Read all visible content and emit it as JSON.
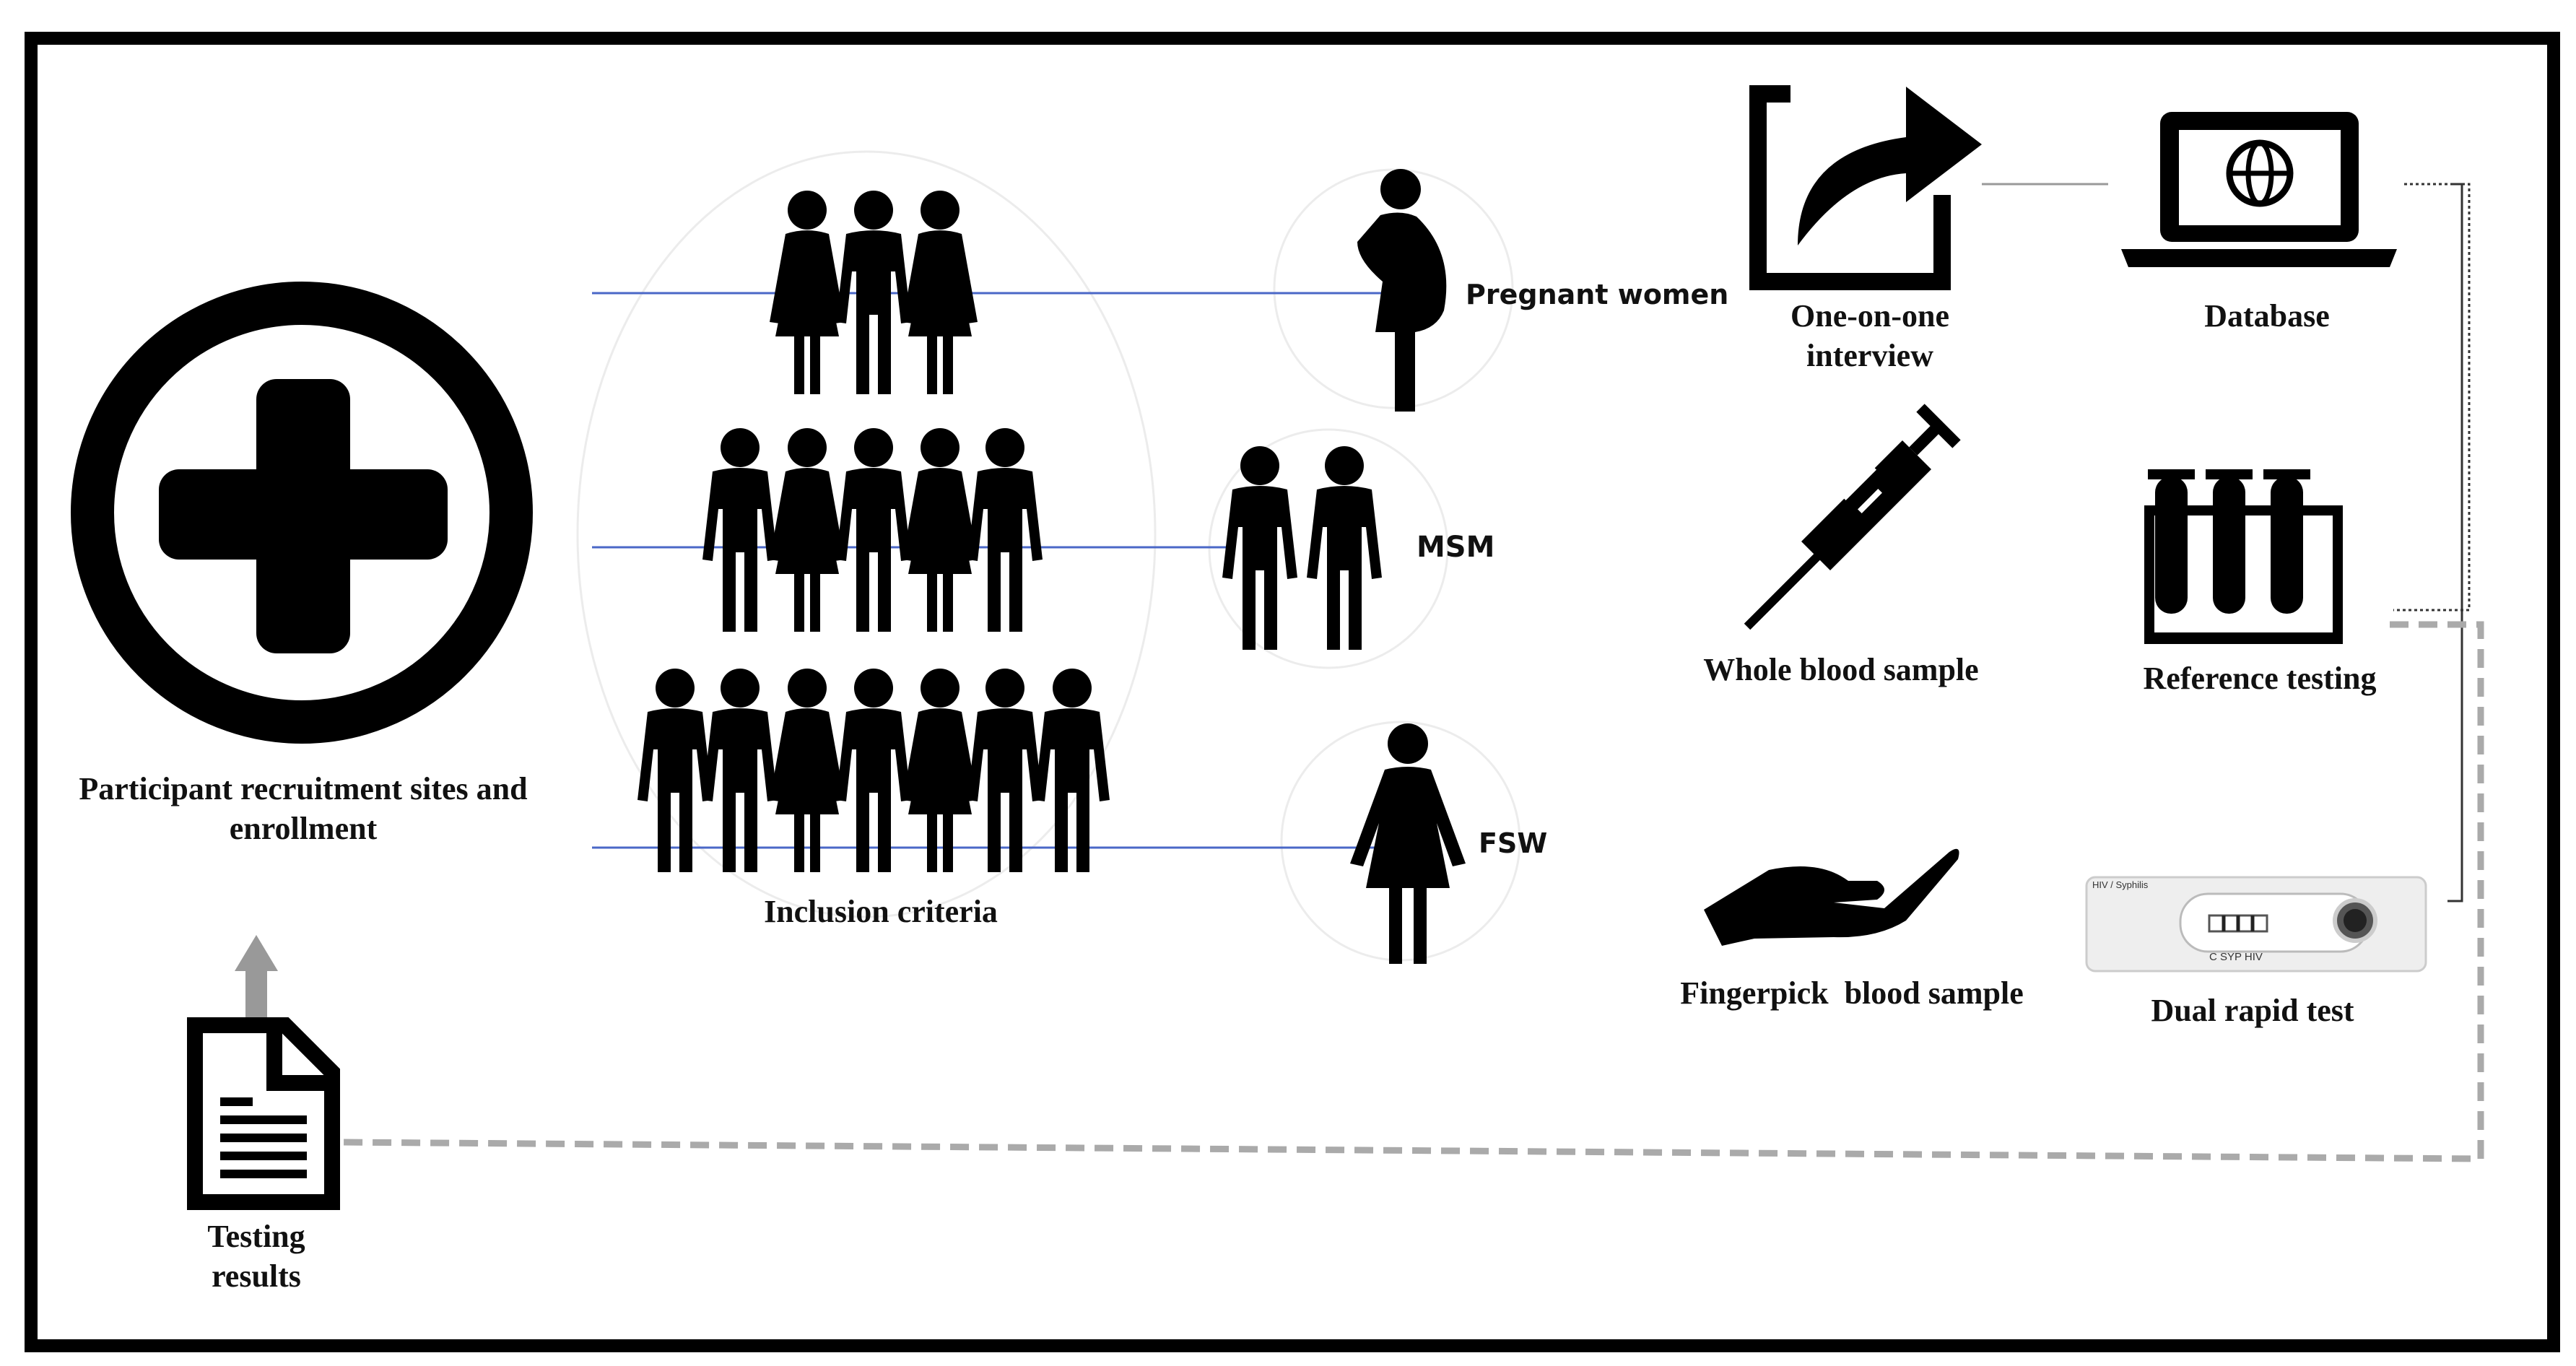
{
  "labels": {
    "recruitment": "Participant recruitment sites and enrollment",
    "inclusion": "Inclusion criteria",
    "pregnant": "Pregnant women",
    "msm": "MSM",
    "fsw": "FSW",
    "interview": "One-on-one interview",
    "database": "Database",
    "whole_blood": "Whole blood sample",
    "reference": "Reference testing",
    "fingerprick": "Fingerpick  blood sample",
    "dual_rapid": "Dual rapid test",
    "testing_results": "Testing results"
  },
  "test_strip": {
    "brand": "HIV / Syphilis",
    "marks": "C  SYP  HIV"
  },
  "colors": {
    "ink": "#000000",
    "connector_blue": "#4a67c7",
    "dashed_grey": "#aaaaaa",
    "arrow_grey": "#999999"
  }
}
